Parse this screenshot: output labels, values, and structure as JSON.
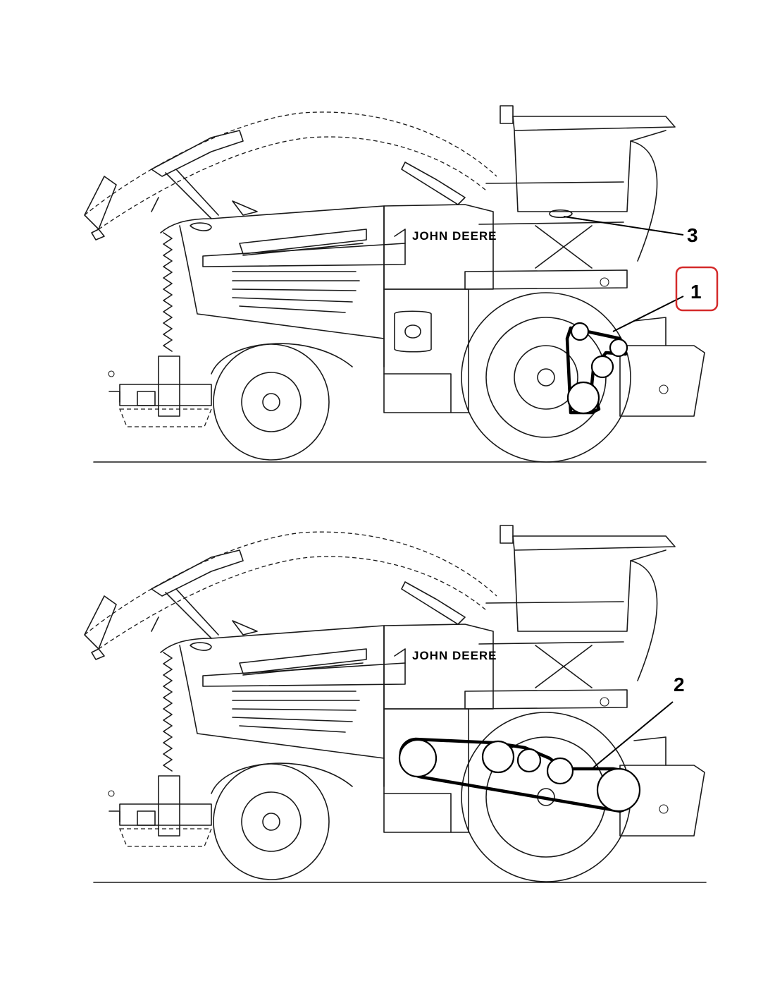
{
  "brand_text": "JOHN DEERE",
  "views": [
    {
      "id": "top",
      "callouts": [
        {
          "label": "3",
          "highlighted": false
        },
        {
          "label": "1",
          "highlighted": true
        }
      ]
    },
    {
      "id": "bottom",
      "callouts": [
        {
          "label": "2",
          "highlighted": false
        }
      ]
    }
  ],
  "colors": {
    "line": "#1a1a1a",
    "highlight": "#d42a2a",
    "background": "#ffffff"
  }
}
